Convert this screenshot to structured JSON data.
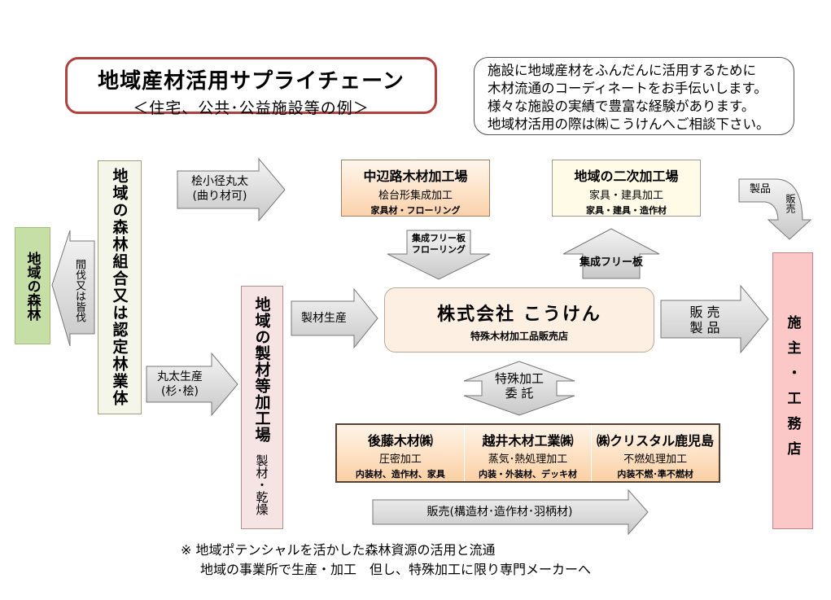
{
  "title": {
    "main": "地域産材活用サプライチェーン",
    "sub": "＜住宅、公共･公益施設等の例＞"
  },
  "note": [
    "施設に地域産材をふんだんに活用するために",
    "木材流通のコーディネートをお手伝いします。",
    "様々な施設の実績で豊富な経験があります。",
    "地域材活用の際は㈱こうけんへご相談下さい。"
  ],
  "nodes": {
    "forest": "地域の森林",
    "cooperative": "地域の森林組合又は認定林業体",
    "mill": {
      "name": "地域の製材等加工場",
      "process": "製材・乾燥"
    },
    "kouken": {
      "name": "株式会社 こうけん",
      "desc": "特殊木材加工品販売店"
    },
    "nakahechi": {
      "name": "中辺路木材加工場",
      "process": "桧台形集成加工",
      "products": "家具材・フローリング"
    },
    "secondary": {
      "name": "地域の二次加工場",
      "process": "家具・建具加工",
      "products": "家具・建具・造作材"
    },
    "client": "施主・工務店",
    "contractors": [
      {
        "name": "後藤木材㈱",
        "process": "圧密加工",
        "products": "内装材、造作材、家具"
      },
      {
        "name": "越井木材工業㈱",
        "process": "蒸気･熱処理加工",
        "products": "内装・外装材、デッキ材"
      },
      {
        "name": "㈱クリスタル鹿児島",
        "process": "不燃処理加工",
        "products": "内装不燃･準不燃材"
      }
    ]
  },
  "arrows": {
    "thinning": "間伐又は皆伐",
    "logs_curved": [
      "桧小径丸太",
      "(曲り材可)"
    ],
    "log_production": [
      "丸太生産",
      "(杉･桧)"
    ],
    "sawing": "製材生産",
    "laminated_down": [
      "集成フリー板",
      "フローリング"
    ],
    "laminated_up": "集成フリー板",
    "special": [
      "特殊加工",
      "委 託"
    ],
    "sales_products": [
      "販 売",
      "製 品"
    ],
    "products_sales_top": [
      "製品",
      "販売"
    ],
    "bottom_sales": "販売(構造材･造作材･羽柄材)"
  },
  "footnote": [
    "※ 地域ポテンシャルを活かした森林資源の活用と流通",
    "地域の事業所で生産・加工　但し、特殊加工に限り専門メーカーへ"
  ],
  "colors": {
    "title_border": "#b0413e",
    "forest_fill": "#c6dfa6",
    "client_fill": "#fbc7c7",
    "arrow_fill": "#d9d9d9",
    "kouken_fill": "#fdf0e3"
  }
}
